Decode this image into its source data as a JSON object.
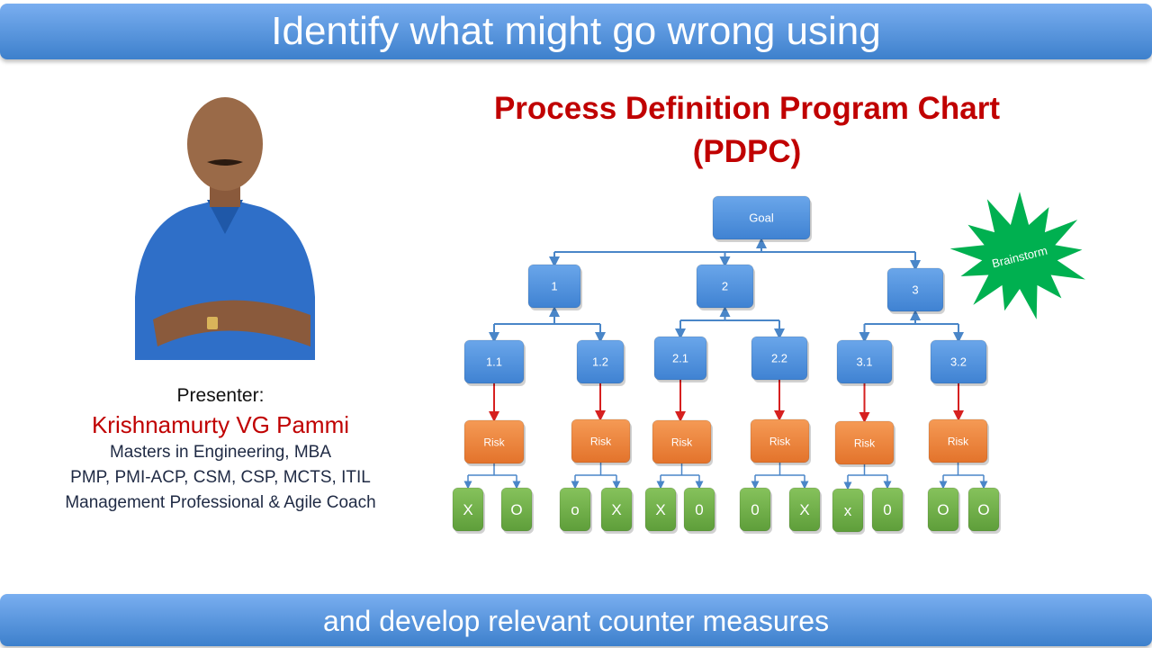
{
  "header": {
    "text": "Identify what might go wrong using"
  },
  "footer": {
    "text": "and develop relevant counter measures"
  },
  "chart_title": {
    "line1": "Process Definition Program Chart",
    "line2": "(PDPC)"
  },
  "presenter": {
    "label": "Presenter:",
    "name": "Krishnamurty VG Pammi",
    "line1": "Masters in Engineering, MBA",
    "line2": "PMP, PMI-ACP, CSM, CSP, MCTS, ITIL",
    "line3": "Management Professional & Agile Coach"
  },
  "diagram": {
    "goal": "Goal",
    "brainstorm": "Brainstorm",
    "level1": [
      "1",
      "2",
      "3"
    ],
    "level2": [
      "1.1",
      "1.2",
      "2.1",
      "2.2",
      "3.1",
      "3.2"
    ],
    "risk_label": "Risk",
    "outcomes": [
      [
        "X",
        "O"
      ],
      [
        "o",
        "X"
      ],
      [
        "X",
        "0"
      ],
      [
        "0",
        "X"
      ],
      [
        "x",
        "0"
      ],
      [
        "O",
        "O"
      ]
    ]
  },
  "colors": {
    "blue_node": "#4a90d9",
    "risk_node": "#ed7d31",
    "outcome_node": "#70ad47",
    "brainstorm": "#00b050",
    "title_red": "#c00000"
  }
}
